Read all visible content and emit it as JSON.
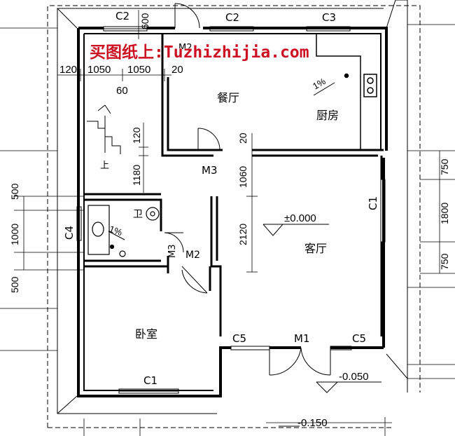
{
  "watermark": "买图纸上:Tuzhizhijia.com",
  "rooms": {
    "dining": "餐厅",
    "kitchen": "厨房",
    "living": "客厅",
    "bedroom": "卧室",
    "bath": "卫",
    "stair_up": "上"
  },
  "windows": {
    "c2_top_left": "C2",
    "c2_top": "C2",
    "c3": "C3",
    "c1_right": "C1",
    "c4": "C4",
    "c5_left": "C5",
    "c5_right": "C5",
    "c1_bottom": "C1"
  },
  "doors": {
    "m2_top": "M2",
    "m3_mid": "M3",
    "m3_bath": "M3",
    "m2_bath": "M2",
    "m1": "M1"
  },
  "elevations": {
    "living": "±0.000",
    "entry": "-0.050",
    "outside": "-0.150"
  },
  "slopes": {
    "kitchen": "1%",
    "bath": "1%"
  },
  "dims": {
    "top_120": "120",
    "top_1050_a": "1050",
    "top_1050_b": "1050",
    "top_20": "20",
    "top_600": "600",
    "d_60": "60",
    "d_120_v": "120",
    "d_1180": "1180",
    "d_20_v": "20",
    "d_1060": "1060",
    "d_2120": "2120",
    "left_500_top": "500",
    "left_1000": "1000",
    "left_500_bot": "500",
    "right_750_top": "750",
    "right_1800": "1800",
    "right_750_bot": "750"
  }
}
